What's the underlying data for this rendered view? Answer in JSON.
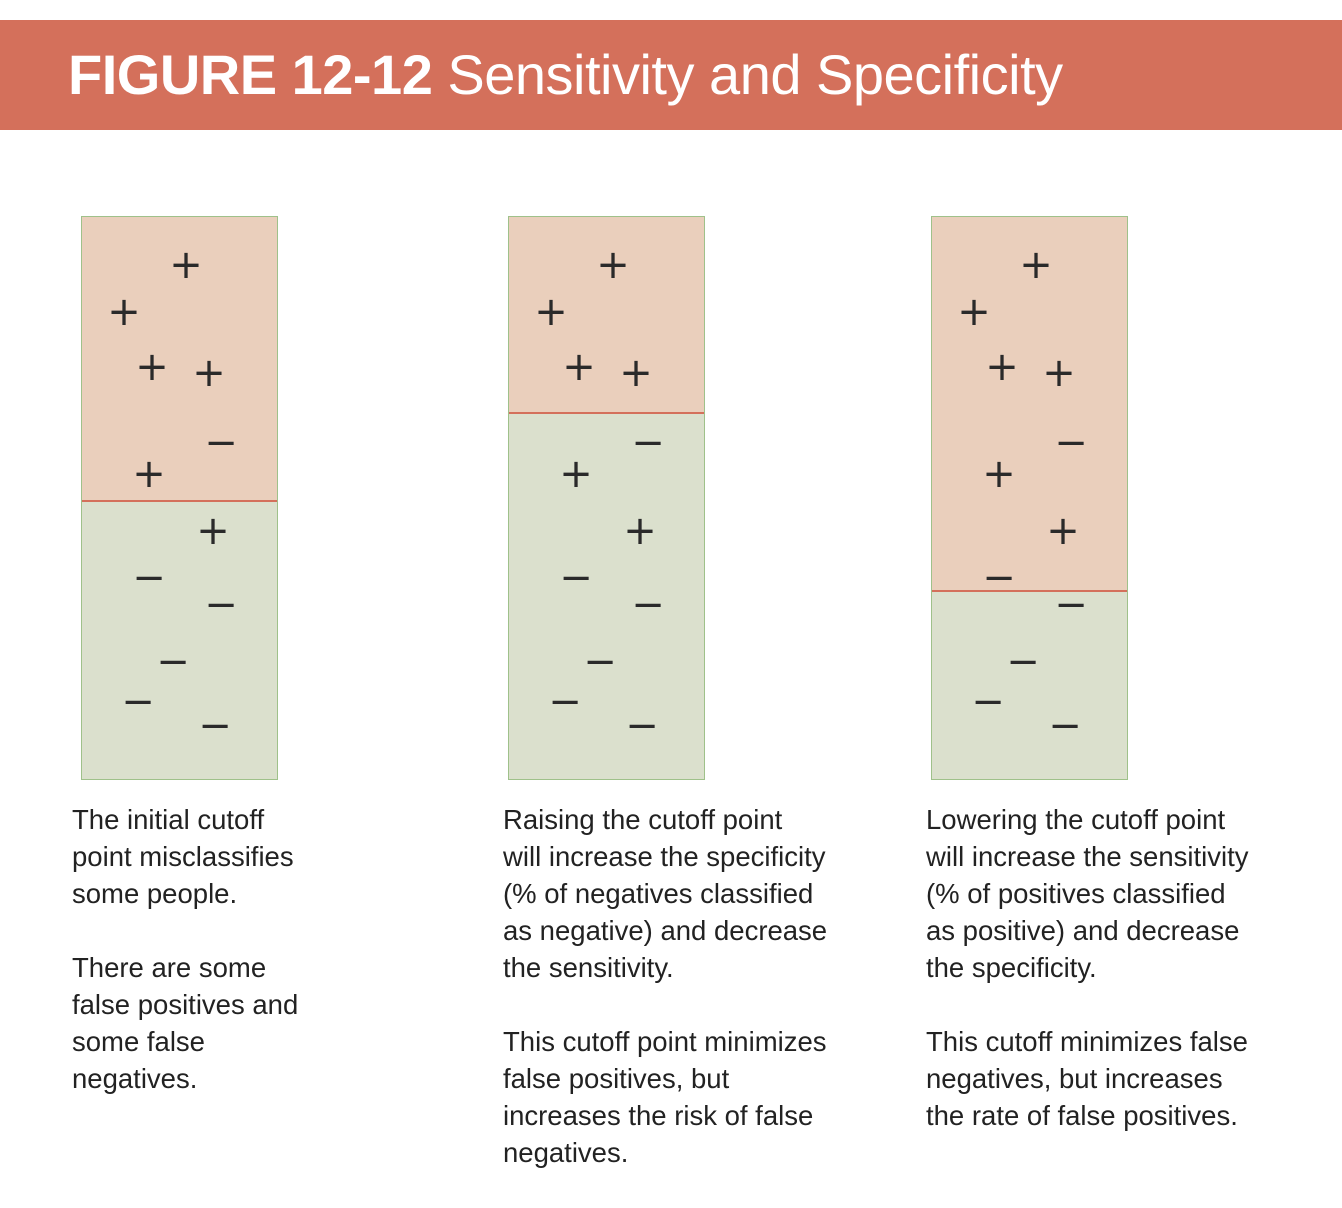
{
  "header": {
    "figure_label": "FIGURE 12-12",
    "title": "Sensitivity and Specificity",
    "banner_color": "#d4705b"
  },
  "legend_colors": {
    "classified_positive_fill": "#eacfbc",
    "classified_negative_fill": "#dbe0cd",
    "cutoff_line": "#d4705b"
  },
  "panels": [
    {
      "paragraphs": [
        "The initial cutoff\npoint misclassifies\nsome people.",
        "There are some\nfalse positives and\nsome false\nnegatives."
      ]
    },
    {
      "paragraphs": [
        "Raising the cutoff point\nwill increase the specificity\n(% of negatives classified\nas negative) and decrease\nthe sensitivity.",
        "This cutoff point minimizes\nfalse positives, but\nincreases the risk of false\nnegatives."
      ]
    },
    {
      "paragraphs": [
        "Lowering the cutoff point\nwill increase the sensitivity\n(% of positives classified\nas positive) and decrease\nthe specificity.",
        "This cutoff minimizes false\nnegatives, but increases\nthe rate of false positives."
      ]
    }
  ],
  "symbols": {
    "plus": "+",
    "minus": "−"
  }
}
